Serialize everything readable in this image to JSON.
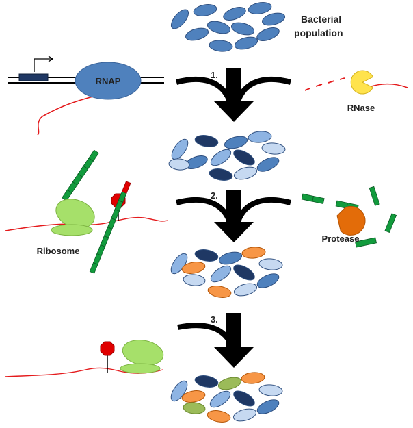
{
  "labels": {
    "bacterial_population": [
      "Bacterial",
      "population"
    ],
    "rnap": "RNAP",
    "rnase": "RNase",
    "ribosome": "Ribosome",
    "protease": "Protease"
  },
  "steps": [
    "1.",
    "2.",
    "3."
  ],
  "colors": {
    "cell_blue": "#4f81bd",
    "cell_dark": "#1f3864",
    "cell_light": "#c6d9f1",
    "cell_mid": "#8eb4e3",
    "cell_orange": "#f79646",
    "cell_green": "#9bbb59",
    "arrow": "#000000",
    "mrna": "#e41a1c",
    "rnap": "#4f81bd",
    "rnase": "#ffe34d",
    "ribosome": "#a6e06a",
    "peptide": "#129b3d",
    "protease": "#e36c09",
    "stop_sign": "#e00000",
    "promoter": "#1f3864"
  },
  "icons": [
    "bent-arrow-promoter-icon",
    "rnase-pacman-icon",
    "stop-sign-icon",
    "protease-icon"
  ]
}
